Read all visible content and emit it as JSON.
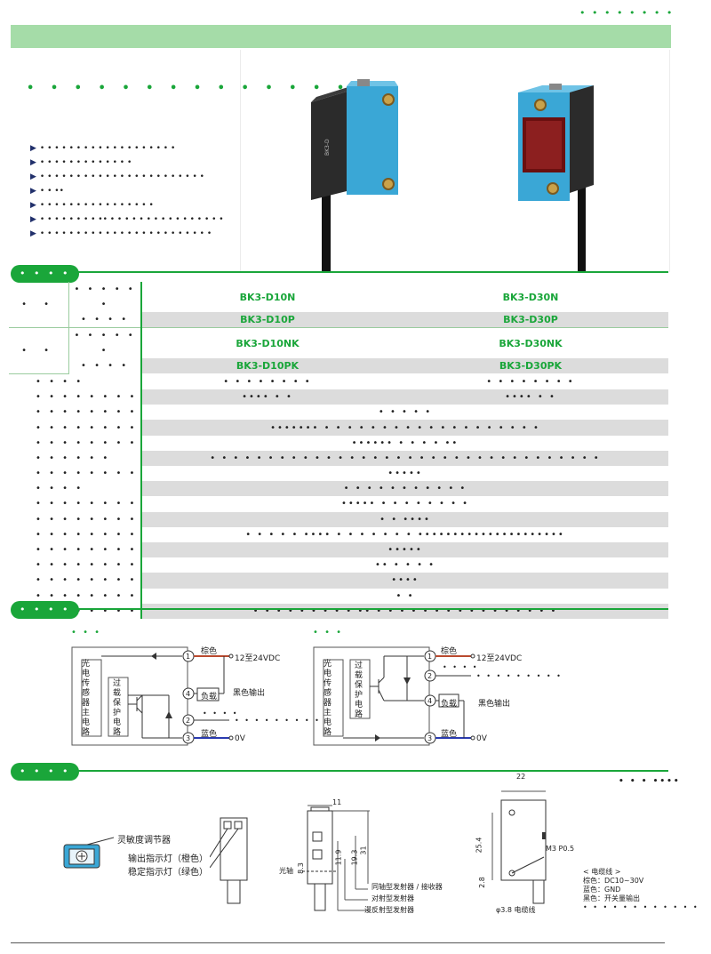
{
  "header": {
    "top_right_dots": "• • • • • • • •",
    "title_dots": "• • • • • • • • • • • • • •"
  },
  "features": [
    "• • • • • • • • • • • • • • • • • • •",
    "• • • • • • • • • • • • •",
    "• • • • • • • • • • • • • • • • • • • • • • •",
    "• • ••",
    "• • • • • • • • • • • • • • • •",
    "• • • • • • • • •• • • • • • • • • • • • • • • • •",
    "• • • • • • • • • • • • • • • • • • • • • • • •"
  ],
  "spec": {
    "section_label": "• • • •",
    "group1_label": "• •",
    "group2_label": "• •",
    "sub1": "• • • • • •",
    "sub2": "• • • •",
    "sub3": "• • • • • •",
    "sub4": "• • • •",
    "models": [
      [
        "BK3-D10N",
        "BK3-D30N"
      ],
      [
        "BK3-D10P",
        "BK3-D30P"
      ],
      [
        "BK3-D10NK",
        "BK3-D30NK"
      ],
      [
        "BK3-D10PK",
        "BK3-D30PK"
      ]
    ],
    "rows": [
      {
        "label": "• • • •",
        "v1": "• • • • • • • •",
        "v2": "• • • • • • • •"
      },
      {
        "label": "• • • • • • • •",
        "v1": "•••• • •",
        "v2": "•••• • •"
      },
      {
        "label": "• • • • • • • •",
        "v": "• • • • •"
      },
      {
        "label": "• • • • • • • •",
        "v": "••••••• • • • • • • • • • • • • • • • • • • •"
      },
      {
        "label": "• • • • • • • •",
        "v": "•••••• • • • • ••"
      },
      {
        "label": "• • • • • •",
        "v": "• • • • • • • • • • • • • • • • • • • • • • • • • • • • • • • • • •"
      },
      {
        "label": "• • • • • • • •",
        "v": "•••••"
      },
      {
        "label": "• • • •",
        "v": "• • • • • • • • • • •"
      },
      {
        "label": "• • • • • • • •",
        "v": "••••• • • • • • • • •"
      },
      {
        "label": "• • • • • • • •",
        "v": "• • ••••"
      },
      {
        "label": "• • • • • • • •",
        "v": "• • • • • •••• • • • • • • • •••••••••••••••••••••"
      },
      {
        "label": "• • • • • • • •",
        "v": "•••••"
      },
      {
        "label": "• • • • • • • •",
        "v": "•• • • • •"
      },
      {
        "label": "• • • • • • • •",
        "v": "••••"
      },
      {
        "label": "• • • • • • • •",
        "v": "• •"
      },
      {
        "label": "• • • • • • • •",
        "v": "• • • • • • • • • •• • • • • • • • • • • • • • • • •"
      }
    ]
  },
  "circuits": {
    "section_label": "• • • •",
    "left_title": "• • •",
    "right_title": "• • •",
    "main_circuit": "光电传感器主电路",
    "protect": "过载保护电路",
    "load": "负载",
    "brown": "棕色",
    "blue": "蓝色",
    "supply": "12至24VDC",
    "zero_v": "0V",
    "black_out": "黑色输出",
    "pin1": "1",
    "pin2": "2",
    "pin3": "3",
    "pin4": "4",
    "pin2_dots_left": "• • • •",
    "pin2_dots_left_ext": "• • • • • • • • •",
    "pin2_dots_right": "• • • •",
    "pin2_dots_right_ext": "• • • • • • • • •"
  },
  "dimensions": {
    "section_label": "• • • •",
    "right_dots": "• • •  ••••",
    "sensitivity": "灵敏度调节器",
    "out_led": "输出指示灯（橙色）",
    "stable_led": "稳定指示灯（绿色）",
    "optical_axis": "光轴",
    "d11": "11",
    "d8_3": "8.3",
    "d11_9": "11.9",
    "d19_3": "19.3",
    "d31": "31",
    "coax": "同轴型发射器 / 接收器",
    "thru": "对射型发射器",
    "diffuse": "漫反射型发射器",
    "d22": "22",
    "d25_4": "25.4",
    "d2_8": "2.8",
    "screw": "M3 P0.5",
    "cable": "φ3.8 电缆线",
    "cable_title": "< 电缆线 >",
    "brown_dc": "棕色：DC10~30V",
    "blue_gnd": "蓝色：GND",
    "black_sw": "黑色：开关量输出",
    "cable_dots": "• • • • • • • • • • • •"
  },
  "colors": {
    "green": "#1aa63a",
    "light_green": "#a5dca8",
    "sensor_blue": "#3aa7d6",
    "sensor_dark": "#2b2b2b",
    "row_shade": "#dcdcdc"
  }
}
